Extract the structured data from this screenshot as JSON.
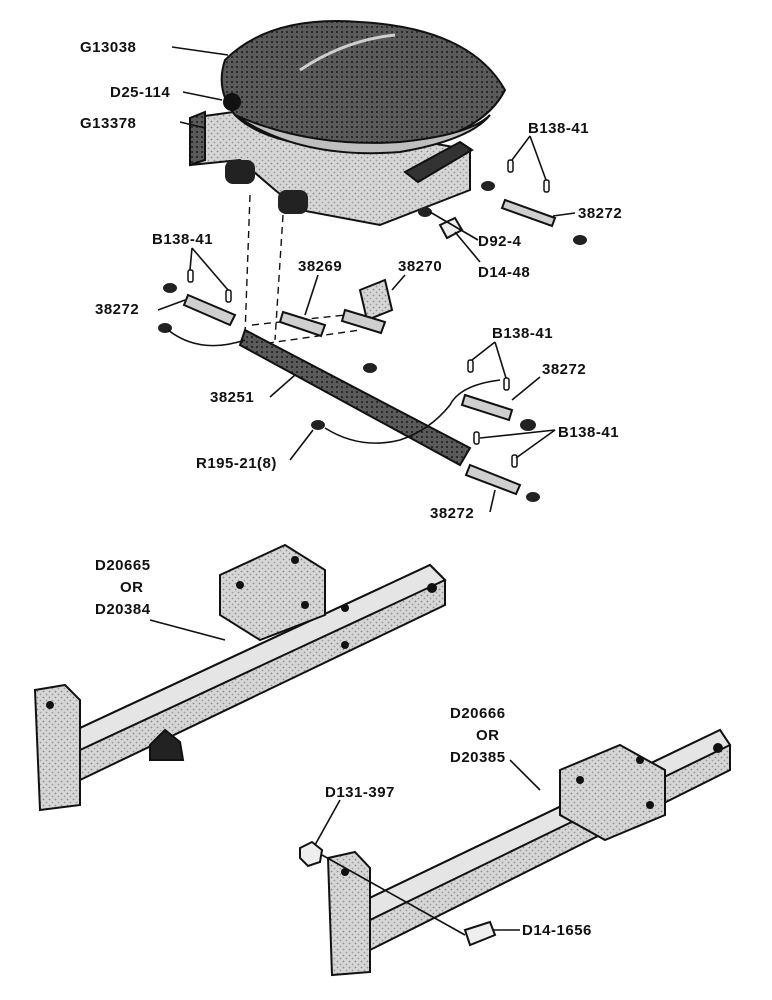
{
  "labels": {
    "seat": "G13038",
    "seat_knob": "D25-114",
    "seat_bracket": "G13378",
    "pin_set_top_right": "B138-41",
    "pin_top_right": "38272",
    "washer": "D92-4",
    "bolt_d14_48": "D14-48",
    "pin_set_left": "B138-41",
    "pin_left": "38272",
    "bushing": "38269",
    "pivot_block": "38270",
    "main_shaft": "38251",
    "pin_set_mid_right": "B138-41",
    "pin_mid_right": "38272",
    "pin_set_lower_right": "B138-41",
    "spring_ring": "R195-21(8)",
    "pin_bottom": "38272",
    "left_support_a": "D20665",
    "left_support_or": "OR",
    "left_support_b": "D20384",
    "right_support_a": "D20666",
    "right_support_or": "OR",
    "right_support_b": "D20385",
    "nut": "D131-397",
    "bolt_d14_1656": "D14-1656"
  }
}
